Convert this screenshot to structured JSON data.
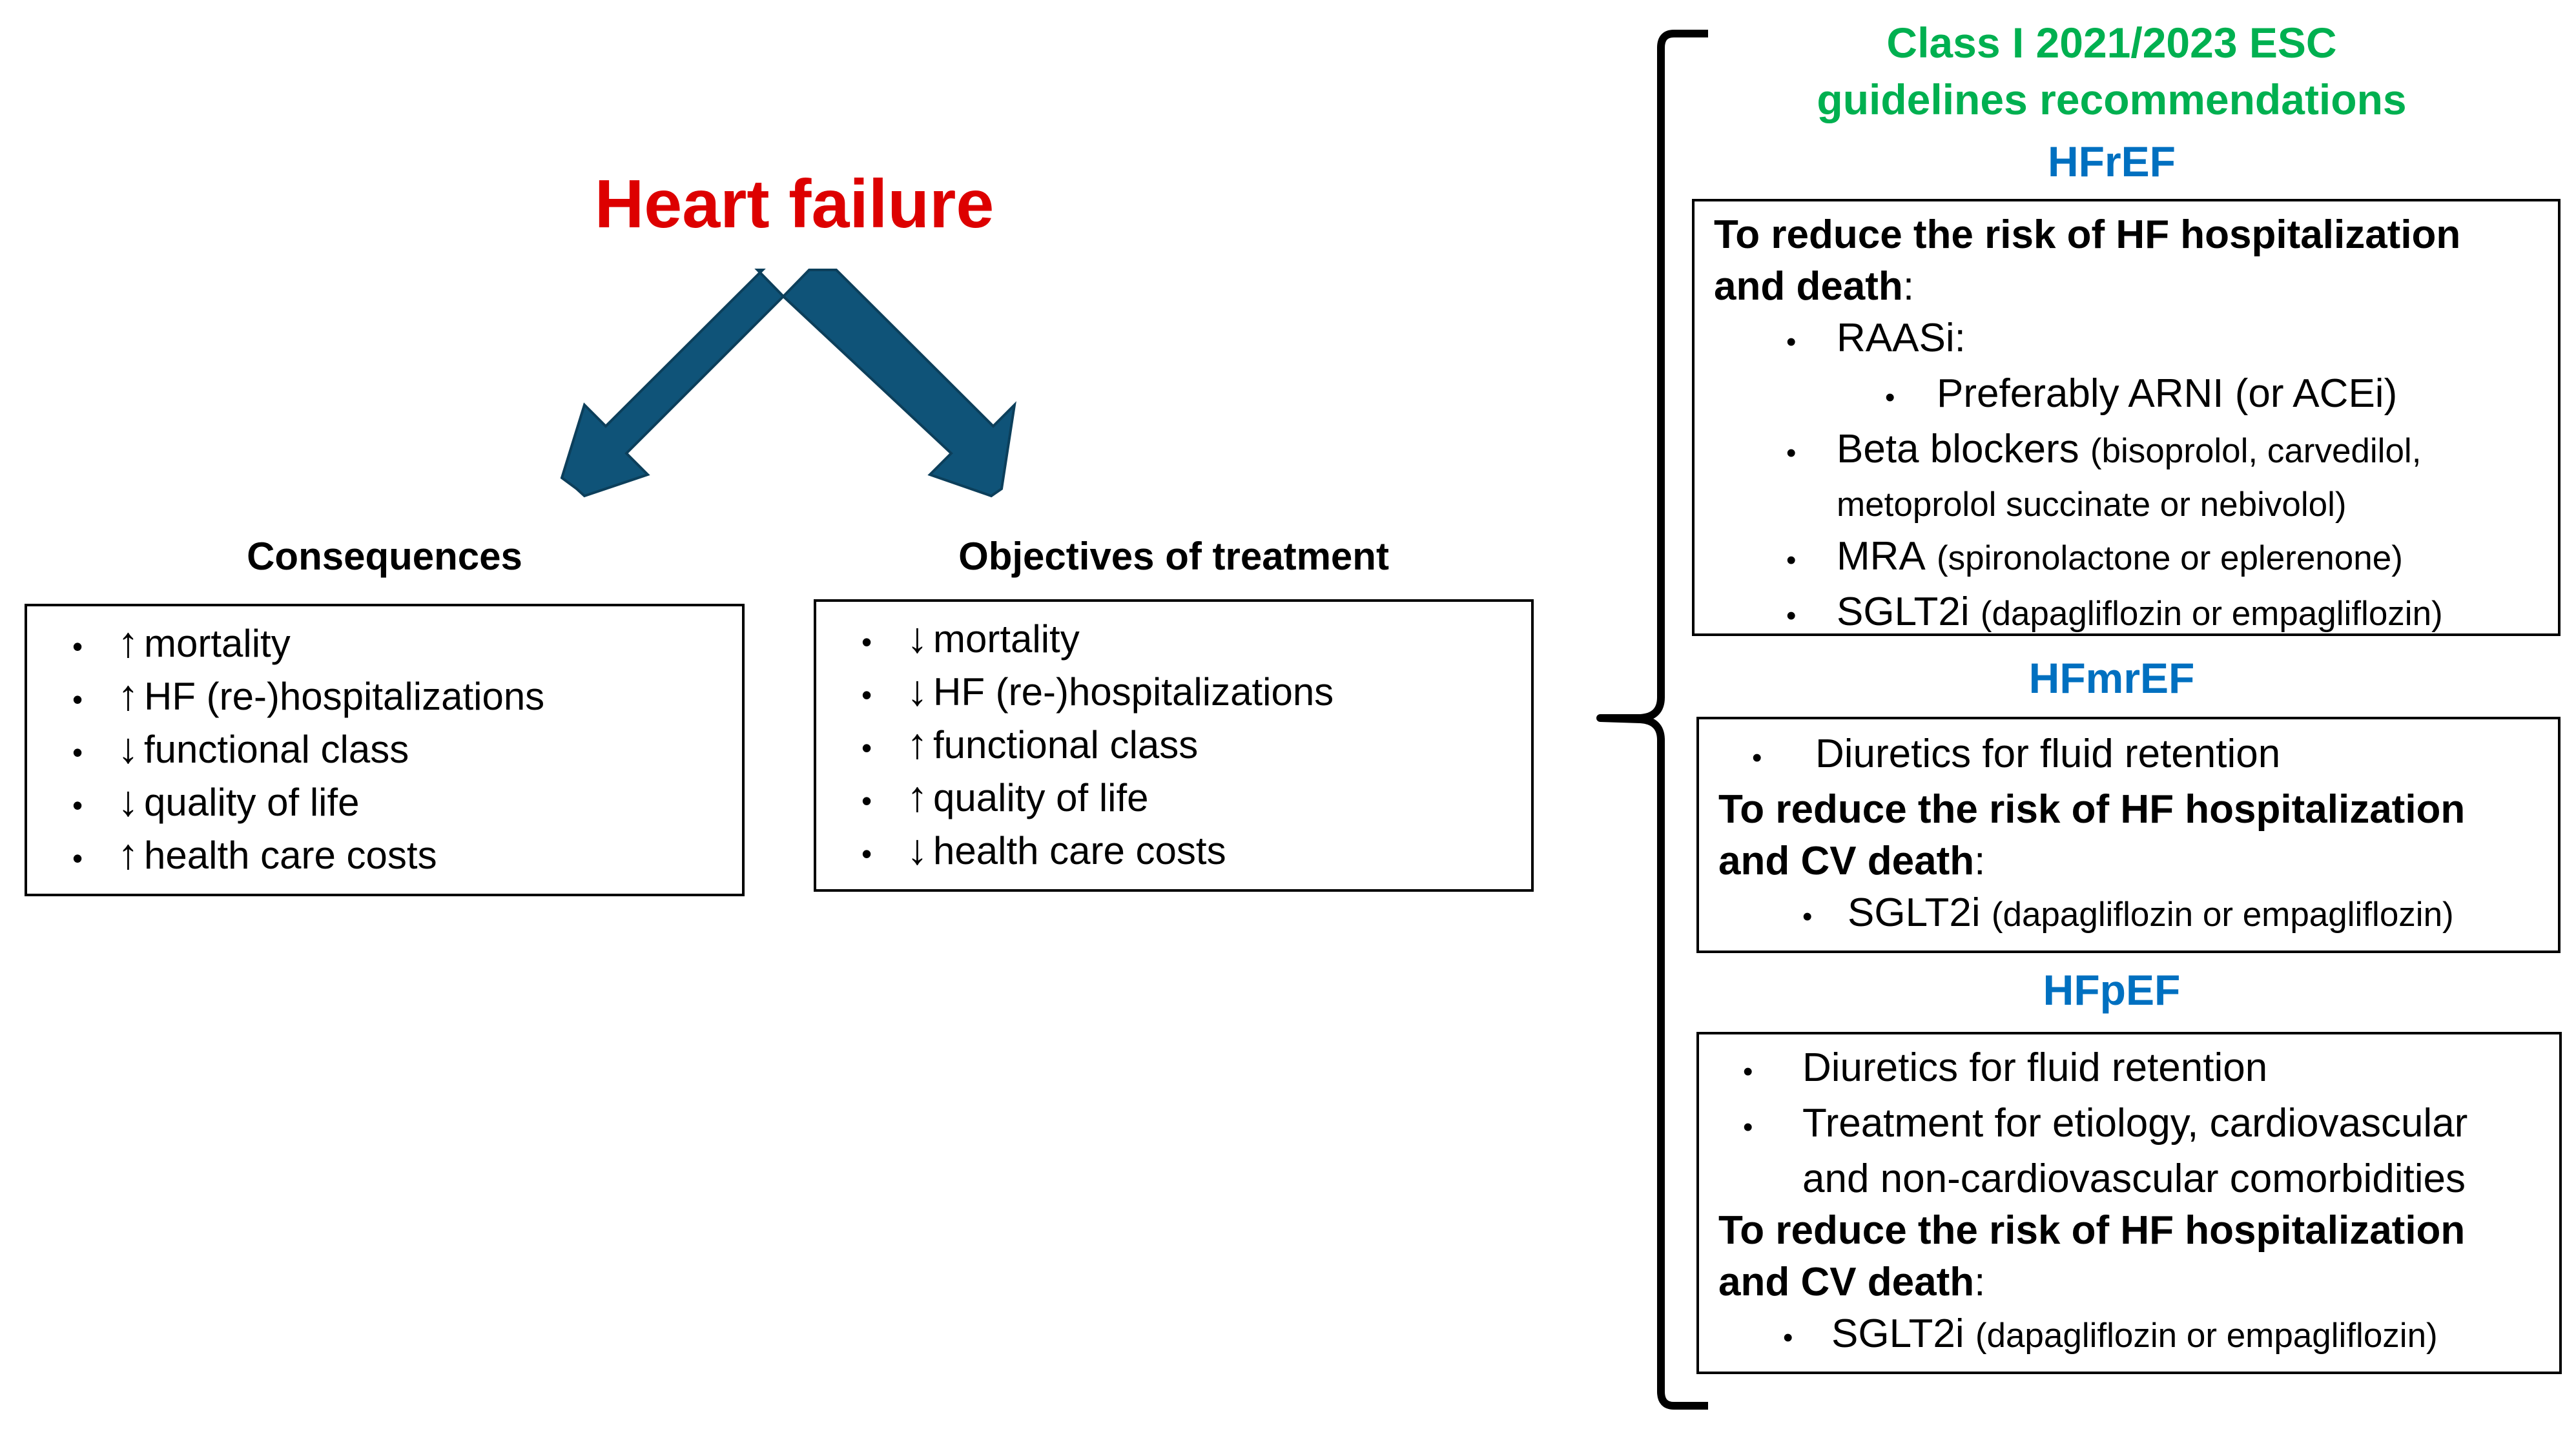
{
  "title": "Heart failure",
  "colors": {
    "title": "#dd0000",
    "arrow": "#0f5378",
    "esc": "#00b050",
    "hf_types": "#0070c0"
  },
  "left": {
    "consequences": {
      "title": "Consequences",
      "items": [
        {
          "arrow": "↑",
          "text": "mortality"
        },
        {
          "arrow": "↑",
          "text": "HF (re-)hospitalizations"
        },
        {
          "arrow": "↓",
          "text": "functional class"
        },
        {
          "arrow": "↓",
          "text": "quality of life"
        },
        {
          "arrow": "↑",
          "text": "health care costs"
        }
      ]
    },
    "objectives": {
      "title": "Objectives of treatment",
      "items": [
        {
          "arrow": "↓",
          "text": "mortality"
        },
        {
          "arrow": "↓",
          "text": "HF (re-)hospitalizations"
        },
        {
          "arrow": "↑",
          "text": "functional class"
        },
        {
          "arrow": "↑",
          "text": "quality of life"
        },
        {
          "arrow": "↓",
          "text": "health care costs"
        }
      ]
    }
  },
  "right": {
    "heading_line1": "Class  I 2021/2023 ESC",
    "heading_line2": "guidelines recommendations",
    "hfref": {
      "label": "HFrEF",
      "goal_line1": "To reduce the risk of HF hospitalization",
      "goal_line2": "and death",
      "goal_colon": ":",
      "raasi": "RAASi:",
      "arni": "Preferably ARNI (or ACEi)",
      "bb": "Beta blockers",
      "bb_detail1": "(bisoprolol, carvedilol,",
      "bb_detail2": "metoprolol succinate or nebivolol)",
      "mra": "MRA",
      "mra_detail": "(spironolactone or eplerenone)",
      "sglt2i": "SGLT2i",
      "sglt2i_detail": "(dapagliflozin or empagliflozin)"
    },
    "hfmref": {
      "label": "HFmrEF",
      "diuretics": "Diuretics for fluid retention",
      "goal_line1": "To reduce the risk of HF hospitalization",
      "goal_line2": "and CV death",
      "goal_colon": ":",
      "sglt2i": "SGLT2i",
      "sglt2i_detail": "(dapagliflozin or empagliflozin)"
    },
    "hfpef": {
      "label": "HFpEF",
      "diuretics": "Diuretics for fluid retention",
      "treatment_line1": "Treatment for etiology, cardiovascular",
      "treatment_line2": "and non-cardiovascular comorbidities",
      "goal_line1": "To reduce the risk of HF hospitalization",
      "goal_line2": "and CV death",
      "goal_colon": ":",
      "sglt2i": "SGLT2i",
      "sglt2i_detail": "(dapagliflozin or empagliflozin)"
    }
  }
}
